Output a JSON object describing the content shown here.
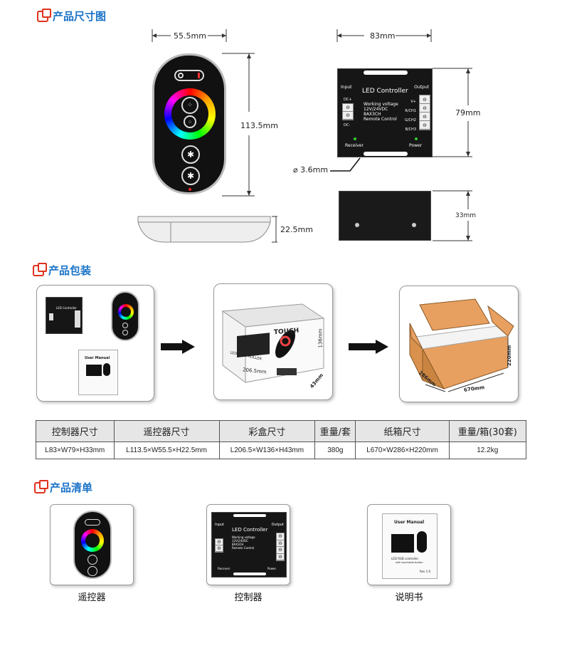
{
  "sections": {
    "dimensions_title": "产品尺寸图",
    "packaging_title": "产品包装",
    "list_title": "产品清单"
  },
  "dimensions": {
    "remote_width": "55.5mm",
    "remote_height": "113.5mm",
    "remote_thickness": "22.5mm",
    "controller_width": "83mm",
    "controller_height": "79mm",
    "controller_depth": "33mm",
    "hole": "⌀ 3.6mm"
  },
  "controller": {
    "title": "LED Controller",
    "input_label": "Input",
    "output_label": "Output",
    "dc_plus": "DC+",
    "dc_minus": "DC-",
    "v_plus": "V+",
    "r_ch": "R/CH1",
    "g_ch": "G/CH2",
    "b_ch": "B/CH3",
    "spec1": "Working voltage",
    "spec2": "12V/24VDC",
    "spec3": "8AX3CH",
    "spec4": "Remote Control",
    "receiver": "Receiver",
    "power": "Power"
  },
  "packaging": {
    "manual_title": "User Manual",
    "manual_caption": "LED RGB controller",
    "manual_sub": "with touchable button",
    "manual_rev": "Rev 1.0",
    "box_brand": "TOUCH",
    "box_label": "LED CONTROLLER",
    "box_height": "136mm",
    "box_width": "206.5mm",
    "box_depth": "43mm",
    "carton_height": "220mm",
    "carton_depth": "286mm",
    "carton_width": "670mm"
  },
  "spec_table": {
    "headers": [
      "控制器尺寸",
      "遥控器尺寸",
      "彩盒尺寸",
      "重量/套",
      "纸箱尺寸",
      "重量/箱(30套)"
    ],
    "row": [
      "L83×W79×H33mm",
      "L113.5×W55.5×H22.5mm",
      "L206.5×W136×H43mm",
      "380g",
      "L670×W286×H220mm",
      "12.2kg"
    ]
  },
  "product_list": {
    "items": [
      "遥控器",
      "控制器",
      "说明书"
    ]
  },
  "colors": {
    "title_blue": "#1a73c8",
    "icon_red": "#e0321e",
    "carton": "#e8a060"
  }
}
